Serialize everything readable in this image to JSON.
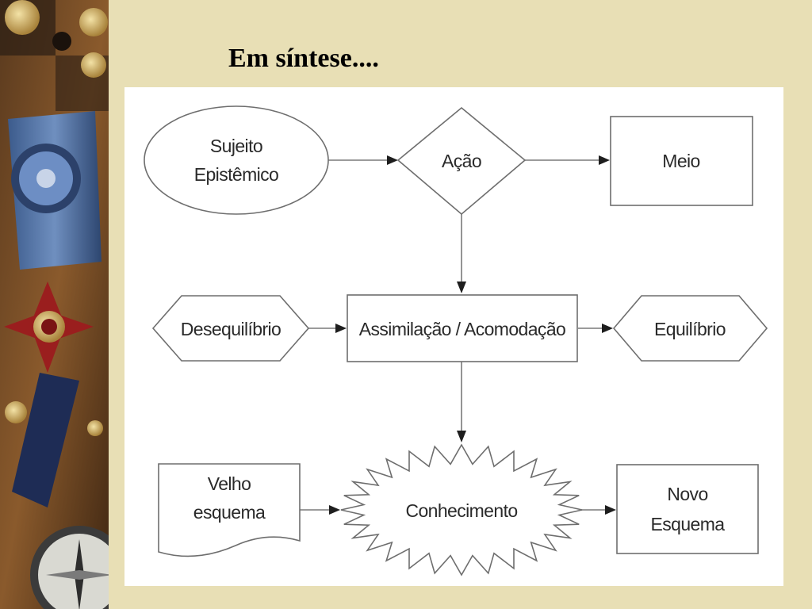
{
  "slide": {
    "title": "Em síntese...."
  },
  "decoration": {
    "side_art_icons": [
      "medal-icon",
      "cross-order-icon",
      "compass-icon",
      "button-icon"
    ],
    "colors": {
      "background": "#e8dfb5",
      "panel": "#ffffff",
      "stroke": "#6e6e6e",
      "arrow": "#1e1e1e",
      "text": "#2a2a2a"
    }
  },
  "diagram": {
    "nodes": {
      "sujeito": {
        "shape": "ellipse",
        "lines": [
          "Sujeito",
          "Epistêmico"
        ]
      },
      "acao": {
        "shape": "diamond",
        "lines": [
          "Ação"
        ]
      },
      "meio": {
        "shape": "rectangle",
        "lines": [
          "Meio"
        ]
      },
      "desequilibrio": {
        "shape": "hexagon",
        "lines": [
          "Desequilíbrio"
        ]
      },
      "assimilacao": {
        "shape": "rectangle",
        "lines": [
          "Assimilação / Acomodação"
        ]
      },
      "equilibrio": {
        "shape": "hexagon",
        "lines": [
          "Equilíbrio"
        ]
      },
      "velho": {
        "shape": "document",
        "lines": [
          "Velho",
          "esquema"
        ]
      },
      "conhecimento": {
        "shape": "starburst",
        "lines": [
          "Conhecimento"
        ]
      },
      "novo": {
        "shape": "rectangle",
        "lines": [
          "Novo",
          "Esquema"
        ]
      }
    },
    "edges": [
      {
        "from": "sujeito",
        "to": "acao"
      },
      {
        "from": "acao",
        "to": "meio"
      },
      {
        "from": "acao",
        "to": "assimilacao"
      },
      {
        "from": "desequilibrio",
        "to": "assimilacao"
      },
      {
        "from": "assimilacao",
        "to": "equilibrio"
      },
      {
        "from": "assimilacao",
        "to": "conhecimento"
      },
      {
        "from": "velho",
        "to": "conhecimento"
      },
      {
        "from": "conhecimento",
        "to": "novo"
      }
    ]
  }
}
